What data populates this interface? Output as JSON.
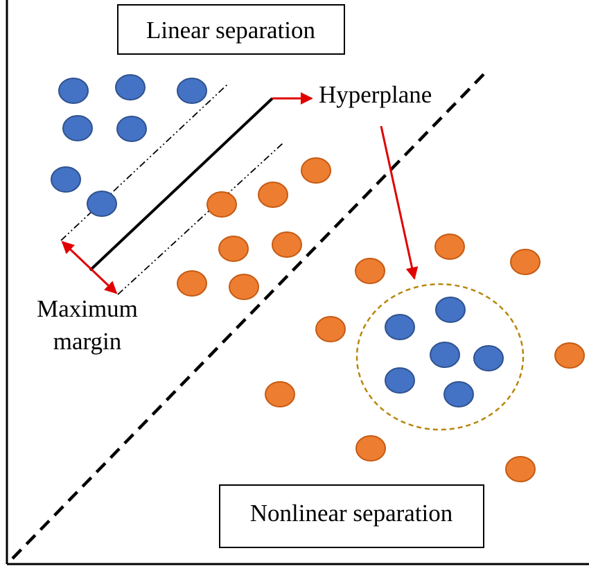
{
  "labels": {
    "linear_title": "Linear separation",
    "nonlinear_title": "Nonlinear separation",
    "hyperplane": "Hyperplane",
    "margin_line1": "Maximum",
    "margin_line2": "margin"
  },
  "colors": {
    "blue_class": "#4472C4",
    "orange_class": "#ED7D31",
    "annotation_arrow": "#E00000",
    "circle_boundary": "#B8860B",
    "line": "#000000"
  }
}
